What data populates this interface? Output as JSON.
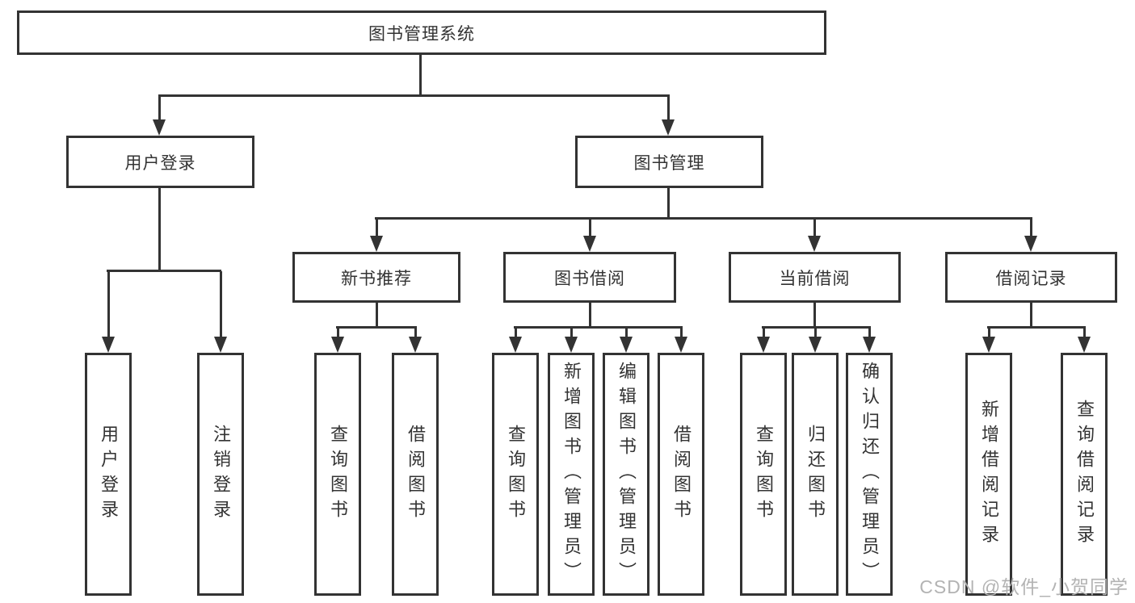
{
  "tree": {
    "root": {
      "label": "图书管理系统"
    },
    "level2": [
      {
        "label": "用户登录",
        "children": [
          {
            "label": "用户登录"
          },
          {
            "label": "注销登录"
          }
        ]
      },
      {
        "label": "图书管理",
        "children": [
          {
            "label": "新书推荐",
            "children": [
              {
                "label": "查询图书"
              },
              {
                "label": "借阅图书"
              }
            ]
          },
          {
            "label": "图书借阅",
            "children": [
              {
                "label": "查询图书"
              },
              {
                "label": "新增图书（管理员）"
              },
              {
                "label": "编辑图书（管理员）"
              },
              {
                "label": "借阅图书"
              }
            ]
          },
          {
            "label": "当前借阅",
            "children": [
              {
                "label": "查询图书"
              },
              {
                "label": "归还图书"
              },
              {
                "label": "确认归还（管理员）"
              }
            ]
          },
          {
            "label": "借阅记录",
            "children": [
              {
                "label": "新增借阅记录"
              },
              {
                "label": "查询借阅记录"
              }
            ]
          }
        ]
      }
    ]
  },
  "watermark": {
    "text": "CSDN @软件_小贺同学"
  },
  "colors": {
    "line": "#333333",
    "text": "#333333",
    "watermark": "#b3b3b3",
    "background": "#ffffff"
  }
}
